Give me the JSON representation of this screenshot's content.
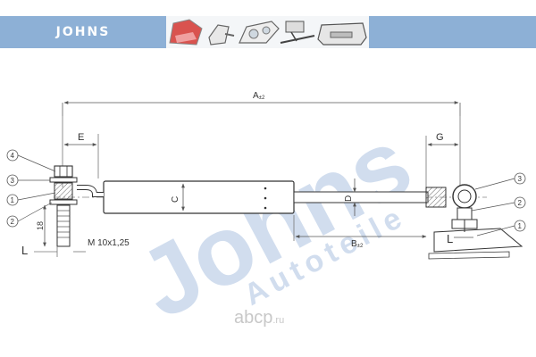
{
  "header": {
    "brand": "JOHNS",
    "colors": {
      "bar": "#8db0d6",
      "brand_text": "#ffffff"
    },
    "thumbnails": [
      "tail-light-icon",
      "mirror-icon",
      "headlight-icon",
      "wiper-icon",
      "bumper-icon"
    ]
  },
  "drawing": {
    "dim_a": "A",
    "dim_a_tol": "±2",
    "dim_b": "B",
    "dim_b_tol": "±2",
    "dim_e": "E",
    "dim_g": "G",
    "dim_c": "C",
    "dim_d": "D",
    "dim_l_left": "L",
    "dim_l_right": "L",
    "dim_18": "18",
    "thread": "M 10x1,25",
    "left_callouts": [
      "4",
      "3",
      "1",
      "2"
    ],
    "right_callouts": [
      "3",
      "2",
      "1"
    ],
    "watermark_main": "Johns",
    "watermark_sub": "Autoteile",
    "colors": {
      "line": "#333333",
      "dim": "#555555",
      "watermark": "#c9d8ec"
    }
  },
  "footer": {
    "site_name": "abcp",
    "site_suffix": ".ru"
  }
}
